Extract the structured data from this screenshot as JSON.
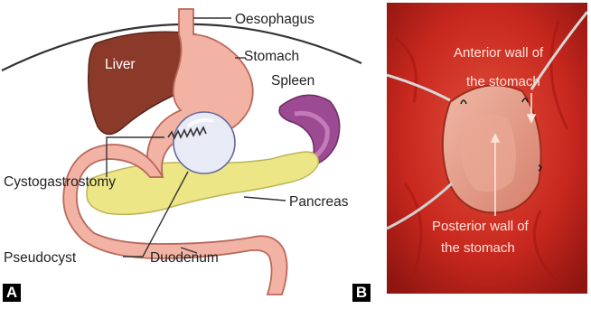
{
  "panel_a": {
    "letter": "A",
    "labels": {
      "oesophagus": "Oesophagus",
      "stomach": "Stomach",
      "spleen": "Spleen",
      "liver": "Liver",
      "cystogastrostomy": "Cystogastrostomy",
      "pancreas": "Pancreas",
      "pseudocyst": "Pseudocyst",
      "duodenum": "Duodenum"
    },
    "colors": {
      "liver": "#8b3a2a",
      "stomach": "#f2b3a4",
      "spleen": "#9c4a91",
      "pancreas": "#ece686",
      "pseudocyst": "#e8eaf6"
    }
  },
  "panel_b": {
    "letter": "B",
    "labels": {
      "anterior_line1": "Anterior wall of",
      "anterior_line2": "the stomach",
      "posterior_line1": "Posterior wall of",
      "posterior_line2": "the stomach"
    },
    "colors": {
      "tissue": "#c8281e",
      "inner_wall": "#e8a08e"
    }
  }
}
